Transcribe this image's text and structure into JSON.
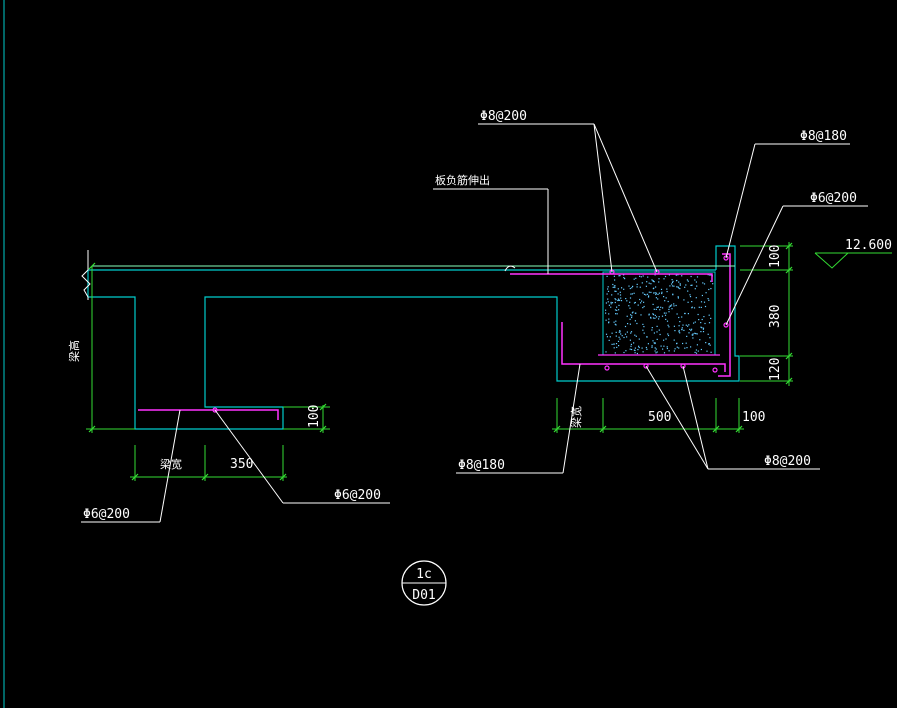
{
  "colors": {
    "background": "#000000",
    "outline": "#00cccc",
    "dimension": "#33dd33",
    "leader": "#ffffff",
    "rebar": "#ff33ff",
    "concrete_fill": "#66ccff",
    "elevation_mark": "#33dd33"
  },
  "labels": {
    "rebar_top_mid": "Φ8@200",
    "rebar_right_top": "Φ8@180",
    "rebar_right_stirrup": "Φ6@200",
    "slab_note": "板负筋伸出",
    "elevation": "12.600",
    "beam_height_left": "梁高",
    "rebar_bottom_left": "Φ6@200",
    "rebar_bottom_mid": "Φ6@200",
    "rebar_bottom_center": "Φ8@180",
    "rebar_bottom_right": "Φ8@200"
  },
  "dimensions": {
    "left_width_label": "梁宽",
    "left_width_value": "350",
    "left_height_value": "100",
    "right_beam_width_label": "梁宽",
    "right_width_value": "500",
    "right_edge_value": "100",
    "right_height_top": "100",
    "right_height_mid": "380",
    "right_height_bottom": "120"
  },
  "detail_mark": {
    "number": "1c",
    "sheet": "D01"
  }
}
